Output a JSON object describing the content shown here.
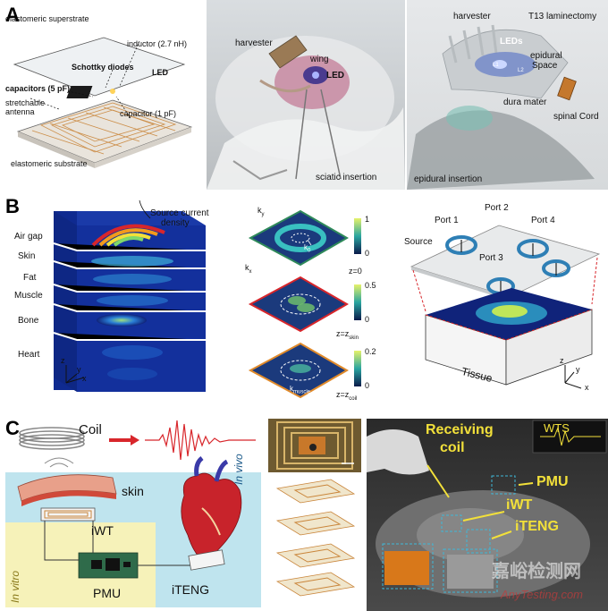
{
  "panels": {
    "A": {
      "letter": "A",
      "left_labels": {
        "superstrate": "elastomeric superstrate",
        "inductor": "inductor (2.7 nH)",
        "diodes": "Schottky diodes",
        "led": "LED",
        "capacitors5": "capacitors (5 pF)",
        "antenna1": "stretchable",
        "antenna2": "antenna",
        "capacitor1": "capacitor (1 pF)",
        "substrate": "elastomeric substrate"
      },
      "mid_labels": {
        "harvester": "harvester",
        "wing": "wing",
        "led": "LED",
        "insertion": "sciatic insertion"
      },
      "right_labels": {
        "harvester": "harvester",
        "laminectomy": "T13 laminectomy",
        "leds": "LEDs",
        "epidural1": "epidural",
        "epidural2": "Space",
        "dura": "dura mater",
        "spinal": "spinal Cord",
        "insertion": "epidural insertion",
        "l1": "L1",
        "l2": "L2"
      }
    },
    "B": {
      "letter": "B",
      "left_labels": {
        "source": "Source current",
        "source2": "density",
        "layers": [
          "Air gap",
          "Skin",
          "Fat",
          "Muscle",
          "Bone",
          "Heart"
        ],
        "axis_z": "z",
        "axis_y": "y",
        "axis_x": "x"
      },
      "mid_labels": {
        "ky": "k",
        "ky_sub": "y",
        "kx": "k",
        "kx_sub": "x",
        "k0": "k",
        "k0_sub": "0",
        "kmuscle": "k",
        "kmuscle_sub": "muscle",
        "z0": "z=0",
        "zskin": "z=z",
        "zskin_sub": "skin",
        "zcoil": "z=z",
        "zcoil_sub": "coil",
        "bar1_top": "1",
        "bar1_bottom": "0",
        "bar2_top": "0.5",
        "bar2_bottom": "0",
        "bar3_top": "0.2",
        "bar3_bottom": "0"
      },
      "right_labels": {
        "port1": "Port 1",
        "port2": "Port 2",
        "port3": "Port 3",
        "port4": "Port 4",
        "source": "Source",
        "tissue": "Tissue",
        "axis_z": "z",
        "axis_y": "y",
        "axis_x": "x"
      }
    },
    "C": {
      "letter": "C",
      "left_labels": {
        "coil": "Coil",
        "skin": "skin",
        "iwt": "iWT",
        "invivo": "In vivo",
        "invitro": "In vitro",
        "pmu": "PMU",
        "iteng": "iTENG"
      },
      "right_labels": {
        "receiving1": "Receiving",
        "receiving2": "coil",
        "wts": "WTS",
        "pmu": "PMU",
        "iwt": "iWT",
        "iteng": "iTENG"
      },
      "watermark": {
        "cn": "嘉峪检测网",
        "en": "AnyTesting.com"
      }
    }
  },
  "colors": {
    "accent_red": "#d8262b",
    "pcb_green": "#2f6b4a",
    "copper": "#c9853a",
    "field_blue": "#0a2a8a",
    "label_yellow": "#f2e03a"
  }
}
